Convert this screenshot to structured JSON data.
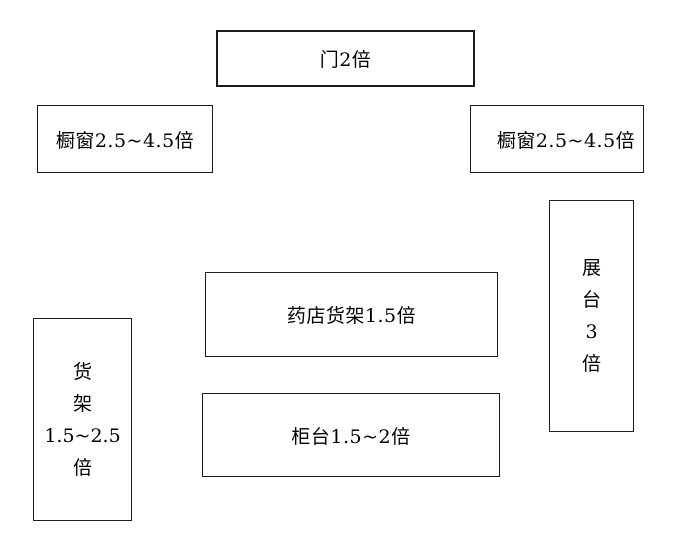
{
  "diagram": {
    "description": "store-layout-lighting-multiplier-diagram",
    "colors": {
      "background": "#ffffff",
      "border": "#1c1c1c",
      "text": "#000000"
    },
    "boxes": {
      "door": {
        "label": "门2倍"
      },
      "window_left": {
        "label": "橱窗2.5~4.5倍"
      },
      "window_right": {
        "label": "橱窗2.5~4.5倍"
      },
      "pharmacy_shelf": {
        "label": "药店货架1.5倍"
      },
      "counter": {
        "label": "柜台1.5~2倍"
      },
      "display_stand": {
        "lines": [
          "展",
          "台",
          "3",
          "倍"
        ]
      },
      "shelf_left": {
        "lines": [
          "货",
          "架",
          "1.5~2.5",
          "倍"
        ]
      }
    }
  }
}
